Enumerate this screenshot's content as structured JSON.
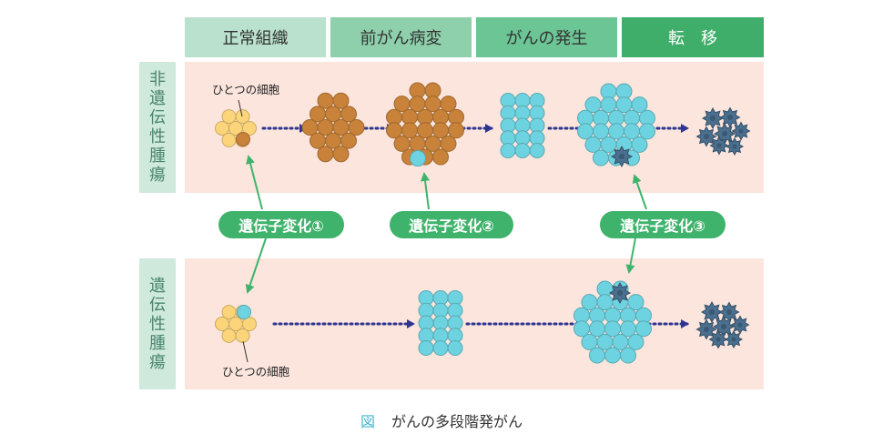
{
  "stages": [
    {
      "label": "正常組織",
      "color": "#b9e1cd"
    },
    {
      "label": "前がん病変",
      "color": "#8fd0ac"
    },
    {
      "label": "がんの発生",
      "color": "#6cc595"
    },
    {
      "label": "転　移",
      "color": "#3fae6a"
    }
  ],
  "rows": [
    {
      "label": "非遺伝性腫瘍",
      "cell_label": "ひとつの細胞"
    },
    {
      "label": "遺伝性腫瘍",
      "cell_label": "ひとつの細胞"
    }
  ],
  "mutations": [
    "遺伝子変化①",
    "遺伝子変化②",
    "遺伝子変化③"
  ],
  "caption": {
    "figure": "図",
    "title": "がんの多段階発がん"
  },
  "colors": {
    "normal_cell": "#f7bb4e",
    "normal_cell_fill": "#fcd479",
    "precancer_cell": "#c8823a",
    "cancer_cell": "#6ed3e0",
    "metastatic_cell": "#4a6f8f",
    "arrow": "#2e3590",
    "mutation_arrow": "#3fb36c",
    "row_background": "#fbe5dd"
  }
}
